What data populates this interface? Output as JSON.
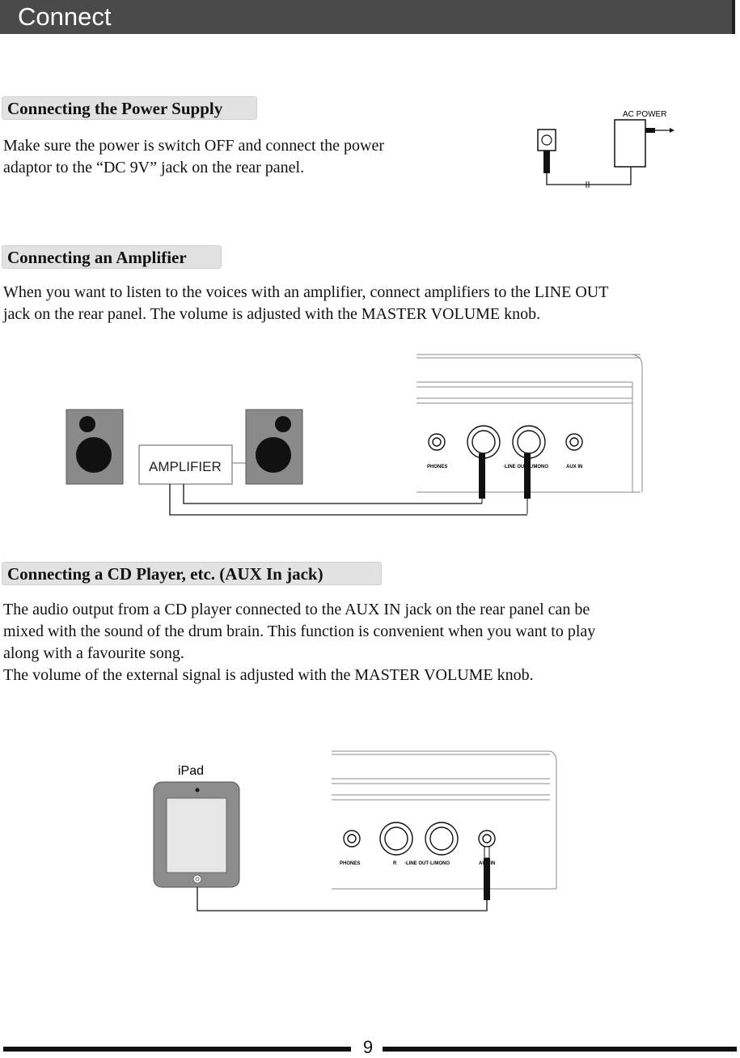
{
  "header": {
    "title": "Connect"
  },
  "sections": [
    {
      "heading": "Connecting the Power Supply",
      "lines": [
        "Make sure the power is switch OFF and connect the power",
        "adaptor to the “DC 9V” jack on the rear panel."
      ],
      "diagram_labels": {
        "ac_power": "AC POWER"
      }
    },
    {
      "heading": "Connecting an Amplifier",
      "lines": [
        "When you want to listen to the voices with an amplifier, connect amplifiers to the LINE OUT",
        "jack on the rear panel. The volume is adjusted with the MASTER VOLUME knob."
      ],
      "diagram_labels": {
        "amplifier": "AMPLIFIER",
        "phones": "PHONES",
        "line_out": "·LINE OUT·L/MONO",
        "aux_in": "AUX IN"
      }
    },
    {
      "heading": "Connecting a CD Player, etc. (AUX In jack)",
      "lines": [
        "The audio output from a CD player connected to the AUX IN jack on the rear panel can be",
        "mixed with the sound of the drum brain. This function is convenient when you want to play",
        "along with a favourite song.",
        "The volume of the external signal is adjusted with the MASTER VOLUME knob."
      ],
      "diagram_labels": {
        "ipad": "iPad",
        "phones": "PHONES",
        "r": "R",
        "line_out": "·LINE OUT·L/MONO",
        "aux_in": "AUX IN"
      }
    }
  ],
  "footer": {
    "page_number": "9"
  }
}
